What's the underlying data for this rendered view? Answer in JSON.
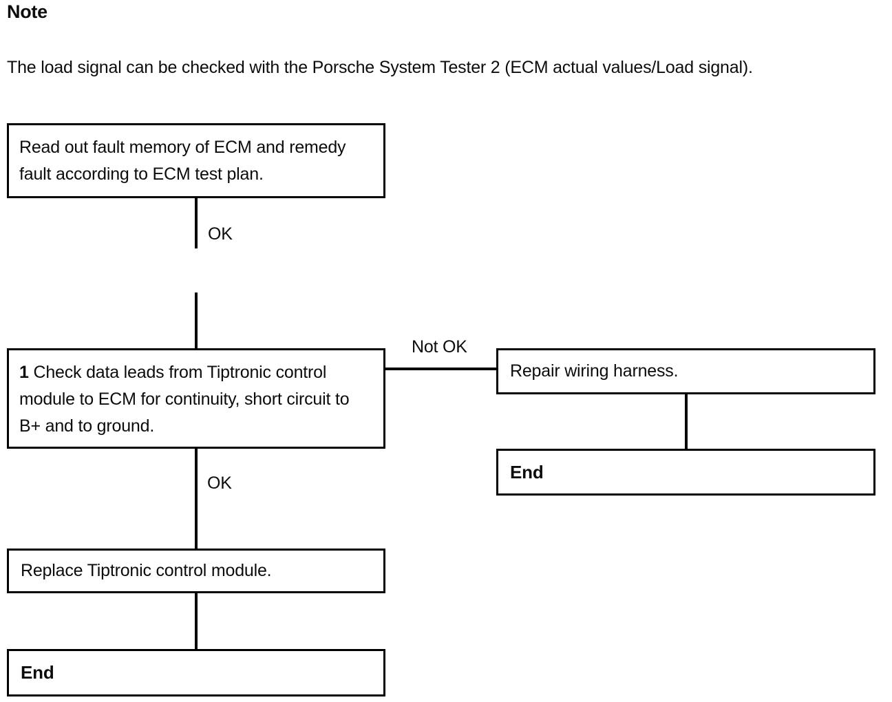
{
  "note": {
    "title": "Note",
    "body": "The load signal can be checked with the Porsche System Tester 2 (ECM actual values/Load signal)."
  },
  "flowchart": {
    "read_fault_box": {
      "text": "Read out fault memory of ECM and remedy fault according to ECM test plan."
    },
    "ok_label_1": "OK",
    "check_box": {
      "step": "1",
      "text": "Check data leads from Tiptronic control module to ECM for continuity, short circuit to B+ and to ground."
    },
    "not_ok_label": "Not OK",
    "repair_box": {
      "text": "Repair wiring harness."
    },
    "end_right_box": {
      "text": "End"
    },
    "ok_label_2": "OK",
    "replace_box": {
      "text": "Replace Tiptronic control module."
    },
    "end_bottom_box": {
      "text": "End"
    },
    "line_color": "#000000",
    "background_color": "#ffffff",
    "text_color": "#0c0c0c"
  }
}
